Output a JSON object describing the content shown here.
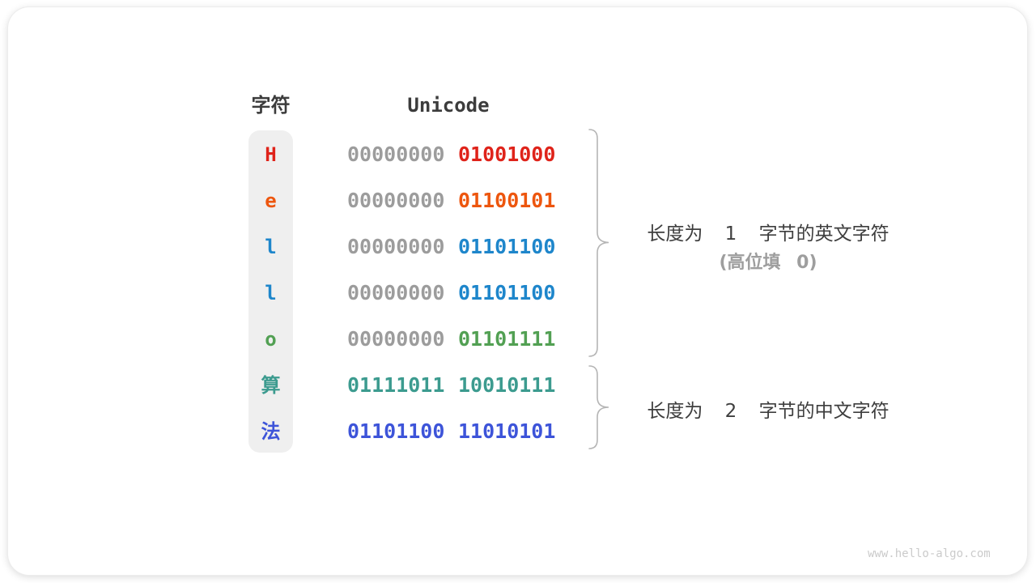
{
  "table": {
    "headers": {
      "char": "字符",
      "unicode": "Unicode"
    },
    "rows": [
      {
        "char": "H",
        "color": "#DF231A",
        "byte_high": "00000000",
        "byte_low": "01001000",
        "byte_high_color": "#9C9C9C",
        "byte_low_color": "#DF231A"
      },
      {
        "char": "e",
        "color": "#ED560E",
        "byte_high": "00000000",
        "byte_low": "01100101",
        "byte_high_color": "#9C9C9C",
        "byte_low_color": "#ED560E"
      },
      {
        "char": "l",
        "color": "#1E86CB",
        "byte_high": "00000000",
        "byte_low": "01101100",
        "byte_high_color": "#9C9C9C",
        "byte_low_color": "#1E86CB"
      },
      {
        "char": "l",
        "color": "#1E86CB",
        "byte_high": "00000000",
        "byte_low": "01101100",
        "byte_high_color": "#9C9C9C",
        "byte_low_color": "#1E86CB"
      },
      {
        "char": "o",
        "color": "#52A053",
        "byte_high": "00000000",
        "byte_low": "01101111",
        "byte_high_color": "#9C9C9C",
        "byte_low_color": "#52A053"
      },
      {
        "char": "算",
        "color": "#3C9B8F",
        "byte_high": "01111011",
        "byte_low": "10010111",
        "byte_high_color": "#3C9B8F",
        "byte_low_color": "#3C9B8F"
      },
      {
        "char": "法",
        "color": "#3D54D9",
        "byte_high": "01101100",
        "byte_low": "11010101",
        "byte_high_color": "#3D54D9",
        "byte_low_color": "#3D54D9"
      }
    ]
  },
  "annotations": {
    "english": {
      "line1": "长度为 1 字节的英文字符",
      "line2": "(高位填 0)"
    },
    "chinese": {
      "line1": "长度为 2 字节的中文字符"
    }
  },
  "watermark": "www.hello-algo.com",
  "colors": {
    "muted_bits": "#9C9C9C",
    "annotation_text": "#3E3E3E",
    "annotation_muted": "#9E9E9E",
    "brace": "#B5B5B5",
    "char_column_bg": "#EFEFEF",
    "watermark": "#CBCBCB"
  }
}
